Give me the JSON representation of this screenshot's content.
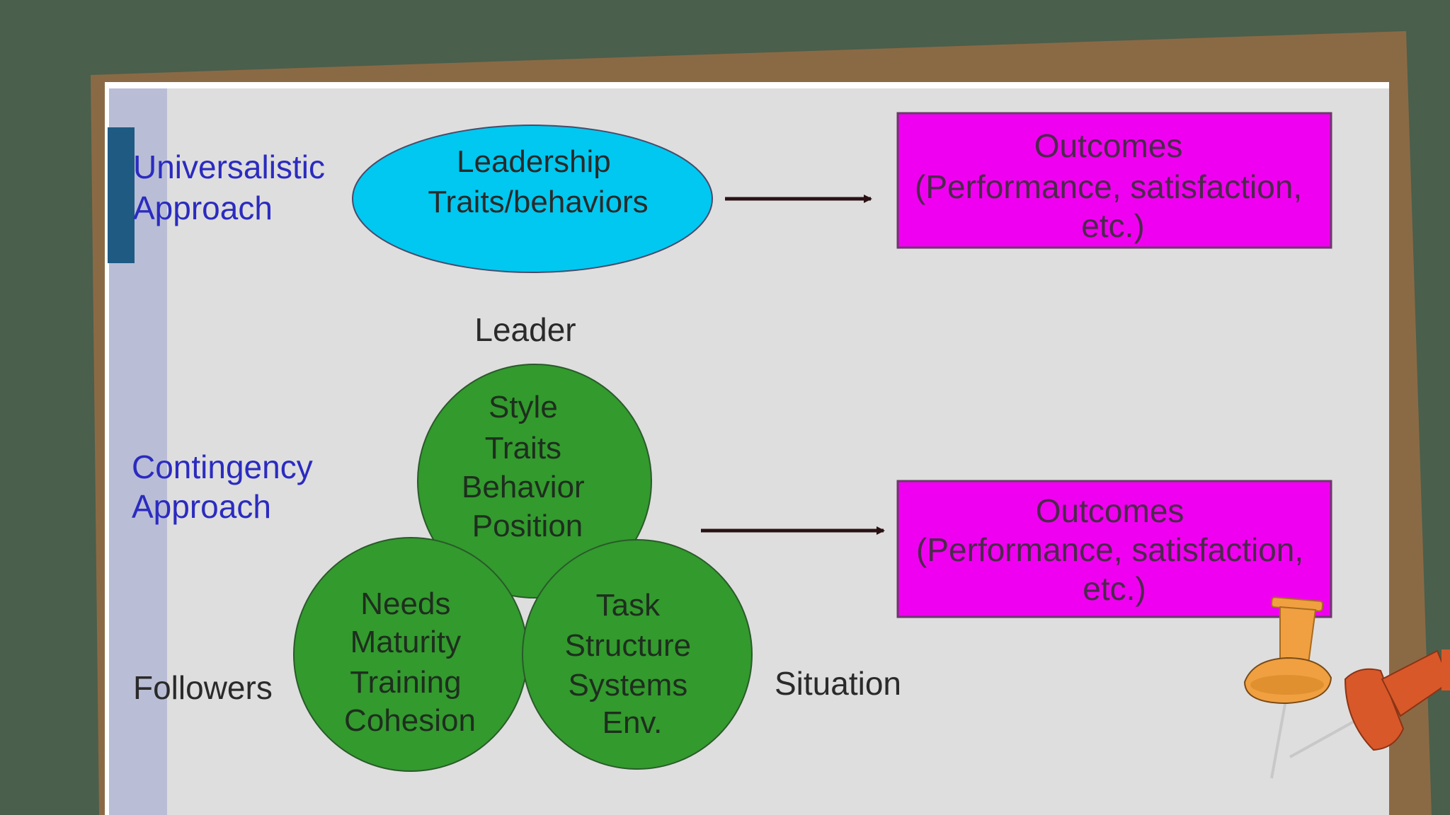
{
  "colors": {
    "background": "#4a5f4c",
    "board": "#8a6a45",
    "slide": "#dedede",
    "side_strip": "#b9bed6",
    "side_marker": "#1e5a82",
    "approach_label": "#2b2bc0",
    "ellipse_fill": "#00c8f0",
    "outcome_fill": "#f000f0",
    "circle_fill": "#339a2e",
    "text_dark": "#2a2a2a",
    "arrow": "#2a1214",
    "pin_orange": "#f0a040",
    "pin_red": "#d8582a"
  },
  "diagram": {
    "universalistic_label": [
      "Universalistic",
      "Approach"
    ],
    "contingency_label": [
      "Contingency",
      "Approach"
    ],
    "leadership_ellipse": [
      "Leadership",
      "Traits/behaviors"
    ],
    "outcome_top": [
      "Outcomes",
      "(Performance, satisfaction,",
      "etc.)"
    ],
    "outcome_bottom": [
      "Outcomes",
      "(Performance, satisfaction,",
      "etc.)"
    ],
    "leader_label": "Leader",
    "leader_circle": [
      "Style",
      "Traits",
      "Behavior",
      "Position"
    ],
    "followers_label": "Followers",
    "followers_circle": [
      "Needs",
      "Maturity",
      "Training",
      "Cohesion"
    ],
    "situation_label": "Situation",
    "situation_circle": [
      "Task",
      "Structure",
      "Systems",
      "Env."
    ]
  },
  "decorations": {
    "pins": [
      "pushpin-icon",
      "pushpin-icon"
    ]
  }
}
